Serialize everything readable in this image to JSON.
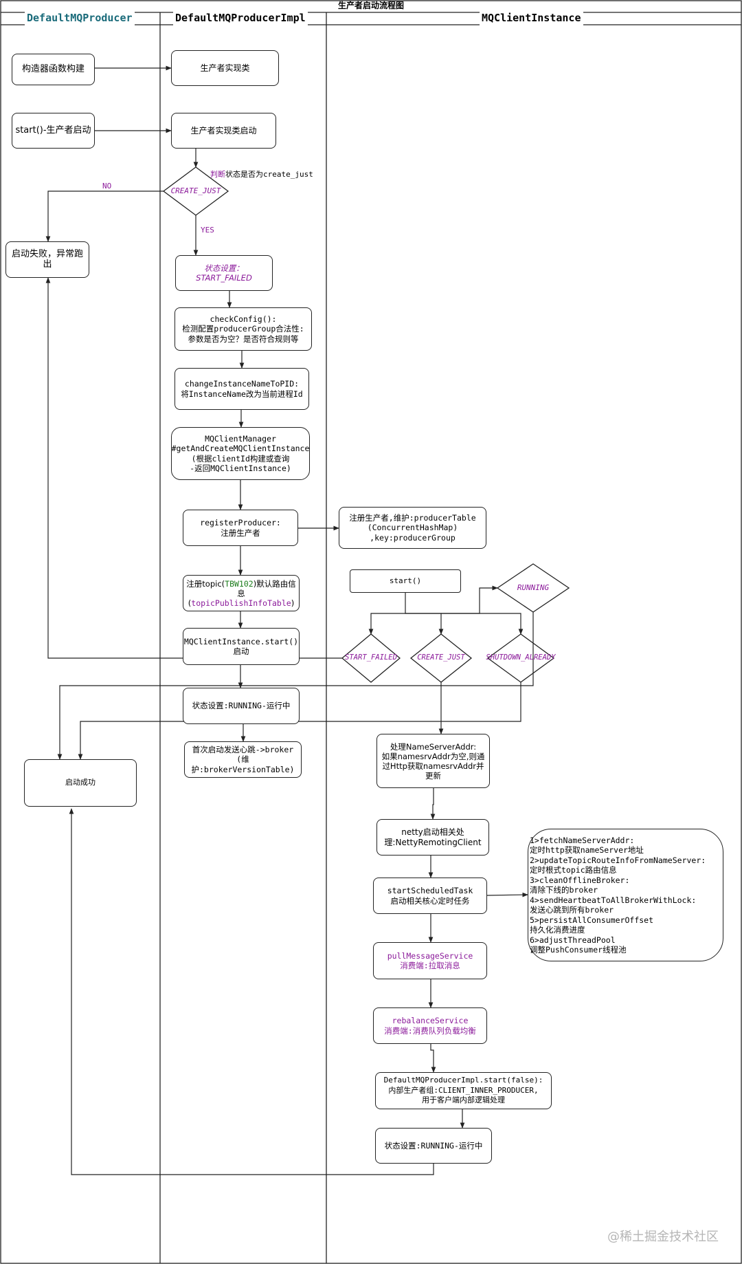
{
  "title": "生产者启动流程图",
  "lanes": {
    "producer": "DefaultMQProducer",
    "impl": "DefaultMQProducerImpl",
    "client": "MQClientInstance"
  },
  "nodes": {
    "constructor": "构造器函数构建",
    "start_call": "start()-生产者启动",
    "impl_class": "生产者实现类",
    "impl_start": "生产者实现类启动",
    "check_state_note_prefix": "判断",
    "check_state_note_rest": "状态是否为create_just",
    "check_create_just": "CREATE_JUST",
    "edge_no": "NO",
    "edge_yes": "YES",
    "start_fail": "启动失败，异常跑出",
    "set_start_failed": "状态设置：START_FAILED",
    "check_config": "checkConfig():\n检测配置producerGroup合法性:\n参数是否为空？是否符合规则等",
    "change_instance_name": "changeInstanceNameToPID:\n将InstanceName改为当前进程Id",
    "client_manager": "MQClientManager\n#getAndCreateMQClientInstance\n(根据clientId构建或查询\n-返回MQClientInstance)",
    "register_producer": "registerProducer:\n注册生产者",
    "register_note": "注册生产者,维护:producerTable\n(ConcurrentHashMap)\n,key:producerGroup",
    "register_topic_a": "注册topic(",
    "register_topic_b": "TBW102",
    "register_topic_c": ")默认路由信息",
    "register_topic_d": "(",
    "register_topic_e": "topicPublishInfoTable",
    "register_topic_f": ")",
    "client_start": "MQClientInstance.start()\n启动",
    "state_running_impl": "状态设置:RUNNING-运行中",
    "first_heartbeat": "首次启动发送心跳->broker\n(维护:brokerVersionTable)",
    "start_success": "启动成功",
    "start_method": "start()",
    "running": "RUNNING",
    "start_failed": "START_FAILED",
    "create_just": "CREATE_JUST",
    "shutdown_already": "SHUTDOWN_ALREADY",
    "nameserver_addr": "处理NameServerAddr:\n如果namesrvAddr为空,则通过Http获取namesrvAddr并更新",
    "netty": "netty启动相关处理:NettyRemotingClient",
    "scheduled_task": "startScheduledTask\n启动相关核心定时任务",
    "tasks_list": "1>fetchNameServerAddr:\n  定时http获取nameServer地址\n2>updateTopicRouteInfoFromNameServer:\n  定时根式topic路由信息\n3>cleanOfflineBroker:\n  清除下线的broker\n4>sendHeartbeatToAllBrokerWithLock:\n  发送心跳到所有broker\n5>persistAllConsumerOffset\n  持久化消费进度\n6>adjustThreadPool\n  调整PushConsumer线程池",
    "pull_service": "pullMessageService\n消费端:拉取消息",
    "rebalance_service": "rebalanceService\n消费端:消费队列负载均衡",
    "inner_producer": "DefaultMQProducerImpl.start(false):\n内部生产者组:CLIENT_INNER_PRODUCER,\n用于客户端内部逻辑处理",
    "state_running_client": "状态设置:RUNNING-运行中"
  },
  "watermark": "@稀土掘金技术社区",
  "colors": {
    "lane_title_producer": "#1a6b7a",
    "purple": "#8b1a9a",
    "green": "#1b7c1b",
    "line": "#222222"
  }
}
